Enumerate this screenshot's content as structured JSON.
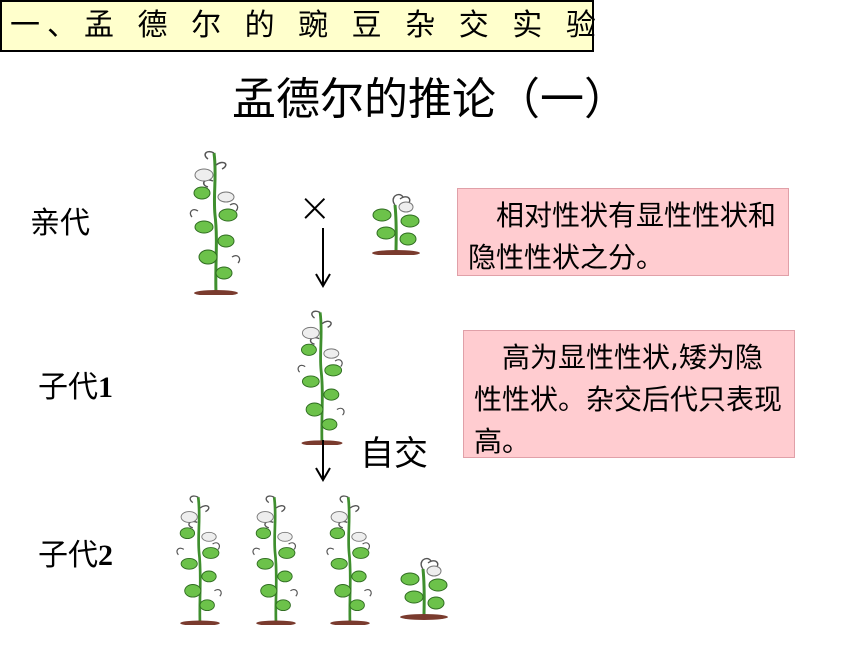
{
  "section_header": "一、孟 德 尔 的 豌 豆 杂 交 实 验",
  "slide_title": "孟德尔的推论（一）",
  "generations": {
    "parental": "亲代",
    "f1_prefix": "子代",
    "f1_number": "1",
    "f2_prefix": "子代",
    "f2_number": "2"
  },
  "cross_symbol": "×",
  "selfing_label": "自交",
  "notes": {
    "note1": "　相对性状有显性性状和隐性性状之分。",
    "note2": "　高为显性性状,矮为隐性性状。杂交后代只表现高。"
  },
  "colors": {
    "header_bg": "#ffffcc",
    "note_bg": "#ffccd0",
    "plant_green": "#4caf3a",
    "soil": "#7a3b2e"
  },
  "icons": [
    "tall-pea-plant-icon",
    "short-pea-plant-icon",
    "down-arrow-icon",
    "cross-icon"
  ]
}
